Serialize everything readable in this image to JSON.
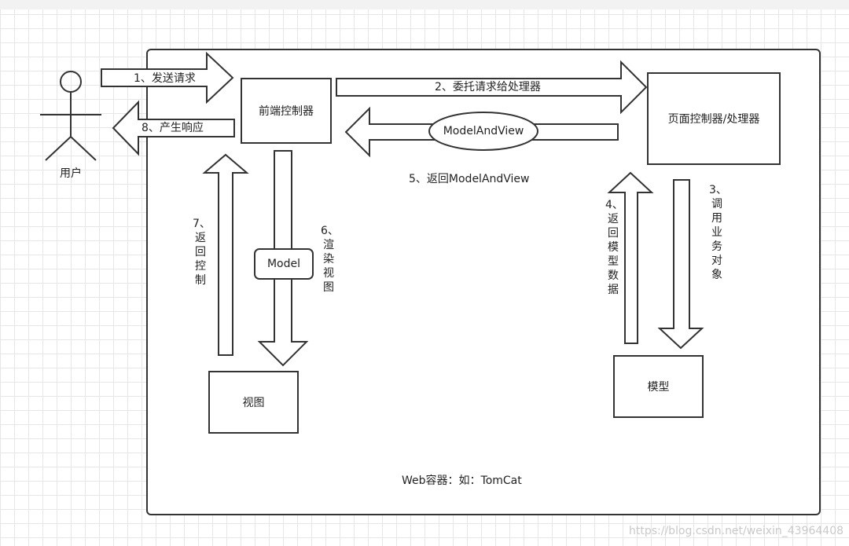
{
  "actor": {
    "label": "用户",
    "icon": "stick-figure-user-icon"
  },
  "nodes": {
    "front_controller": "前端控制器",
    "page_controller": "页面控制器/处理器",
    "view": "视图",
    "model": "模型",
    "model_tag": "Model",
    "model_and_view_tag": "ModelAndView"
  },
  "edges": {
    "send_request": "1、发送请求",
    "delegate": "2、委托请求给处理器",
    "invoke_business": "3、调用业务对象",
    "return_model": "4、返回模型数据",
    "return_mav": "5、返回ModelAndView",
    "render_view": "6、渲染视图",
    "return_control": "7、返回控制",
    "respond": "8、产生响应"
  },
  "container_label": "Web容器：如：TomCat",
  "watermark": "https://blog.csdn.net/weixin_43964408",
  "colors": {
    "stroke": "#333333",
    "grid": "#e6e6e6",
    "fill": "#ffffff"
  }
}
